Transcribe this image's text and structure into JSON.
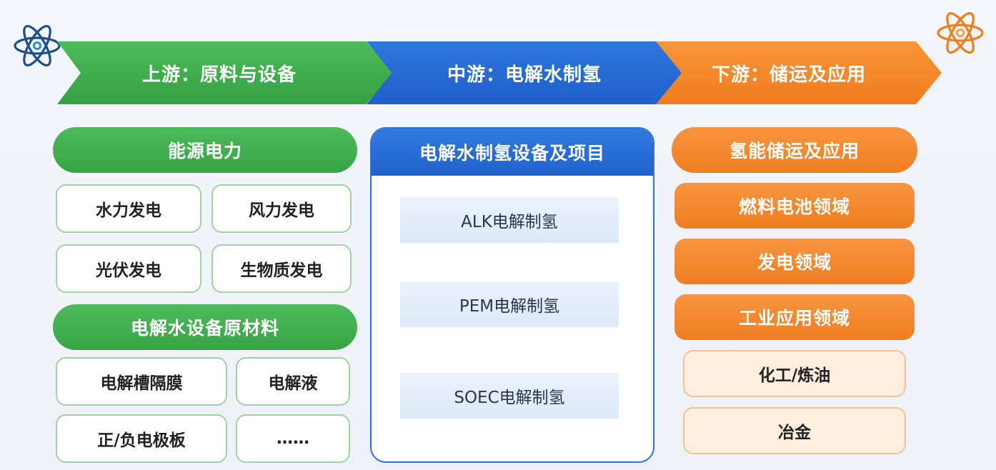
{
  "header": {
    "upstream": "上游：原料与设备",
    "midstream": "中游：电解水制氢",
    "downstream": "下游：储运及应用"
  },
  "upstream": {
    "group1_title": "能源电力",
    "group1_items": [
      "水力发电",
      "风力发电",
      "光伏发电",
      "生物质发电"
    ],
    "group2_title": "电解水设备原材料",
    "group2_items": [
      "电解槽隔膜",
      "电解液",
      "正/负电极板",
      "……"
    ]
  },
  "midstream": {
    "title": "电解水制氢设备及项目",
    "items": [
      "ALK电解制氢",
      "PEM电解制氢",
      "SOEC电解制氢"
    ]
  },
  "downstream": {
    "title": "氢能储运及应用",
    "fields": [
      "燃料电池领域",
      "发电领域",
      "工业应用领域"
    ],
    "sub_items": [
      "化工/炼油",
      "冶金"
    ]
  },
  "colors": {
    "green": "#3aa748",
    "blue": "#2266cf",
    "orange": "#f2821f",
    "peach": "#fdeedd"
  },
  "icons": [
    "atom-icon",
    "atom-icon"
  ]
}
